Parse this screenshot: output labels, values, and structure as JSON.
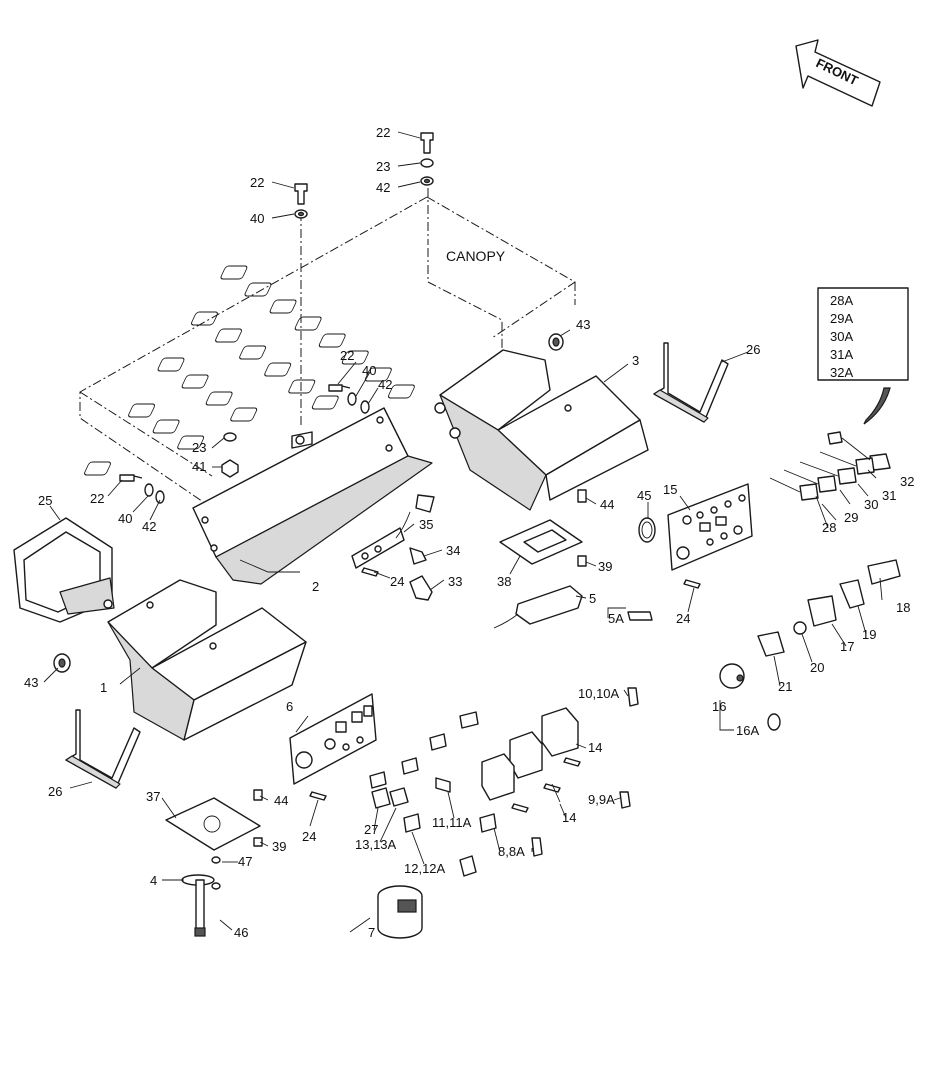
{
  "front_label": "FRONT",
  "canopy_label": "CANOPY",
  "callouts": {
    "c1": "1",
    "c2": "2",
    "c3": "3",
    "c4": "4",
    "c5": "5",
    "c5A": "5A",
    "c6": "6",
    "c7": "7",
    "c8": "8,8A",
    "c9": "9,9A",
    "c10": "10,10A",
    "c11": "11,11A",
    "c12": "12,12A",
    "c13": "13,13A",
    "c14a": "14",
    "c14b": "14",
    "c15": "15",
    "c16": "16",
    "c16A": "16A",
    "c17": "17",
    "c18": "18",
    "c19": "19",
    "c20": "20",
    "c21": "21",
    "c22a": "22",
    "c22b": "22",
    "c22c": "22",
    "c22d": "22",
    "c23a": "23",
    "c23b": "23",
    "c24a": "24",
    "c24b": "24",
    "c24c": "24",
    "c25": "25",
    "c26a": "26",
    "c26b": "26",
    "c27": "27",
    "c28": "28",
    "c29": "29",
    "c30": "30",
    "c31": "31",
    "c32": "32",
    "c33": "33",
    "c34": "34",
    "c35": "35",
    "c37": "37",
    "c38": "38",
    "c39a": "39",
    "c39b": "39",
    "c40a": "40",
    "c40b": "40",
    "c40c": "40",
    "c41": "41",
    "c42a": "42",
    "c42b": "42",
    "c42c": "42",
    "c43a": "43",
    "c43b": "43",
    "c44a": "44",
    "c44b": "44",
    "c45": "45",
    "c46": "46",
    "c47": "47"
  },
  "legend_box": [
    "28A",
    "29A",
    "30A",
    "31A",
    "32A"
  ]
}
